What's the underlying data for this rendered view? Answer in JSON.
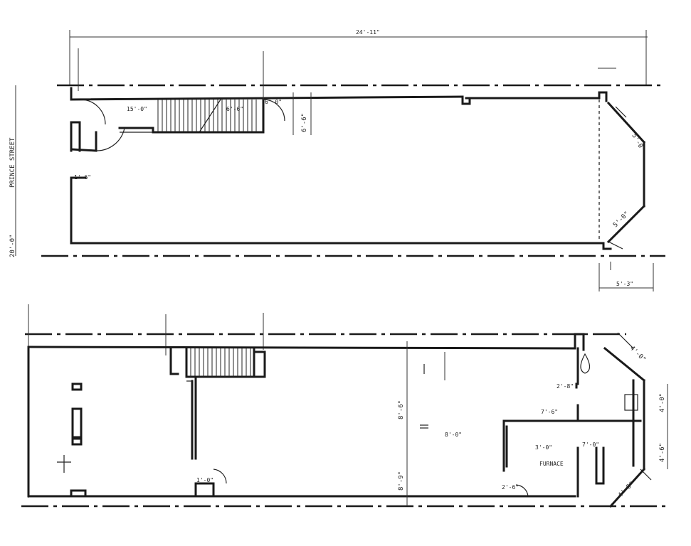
{
  "labels": {
    "overall_width": "24'-11\"",
    "street_depth": "20'-0\"",
    "street_name": "PRINCE STREET",
    "bay_width": "5'-3\"",
    "top_stair_left": "15'-0\"",
    "top_stair_right": "6'-6\"",
    "top_room": "6'-0\"",
    "top_dim_v": "6'-6\"",
    "top_bay_a": "5'-0\"",
    "top_bay_b": "5'-0\"",
    "bot_left_dim": "8'-9\"",
    "bot_mid_dim": "8'-6\"",
    "bot_center": "8'-0\"",
    "bot_room_a": "7'-0\"",
    "bot_room_b": "7'-6\"",
    "bot_room_c": "3'-0\"",
    "bot_dim_1": "4'-0\"",
    "bot_dim_2": "4'-6\"",
    "bot_bay_a": "4'-0\"",
    "bot_bay_b": "4'-0\"",
    "bot_door": "2'-8\"",
    "bot_door_2": "2'-6\"",
    "bot_note": "FURNACE",
    "bot_small_1": "1'-6\"",
    "bot_small_2": "1'-0\""
  }
}
